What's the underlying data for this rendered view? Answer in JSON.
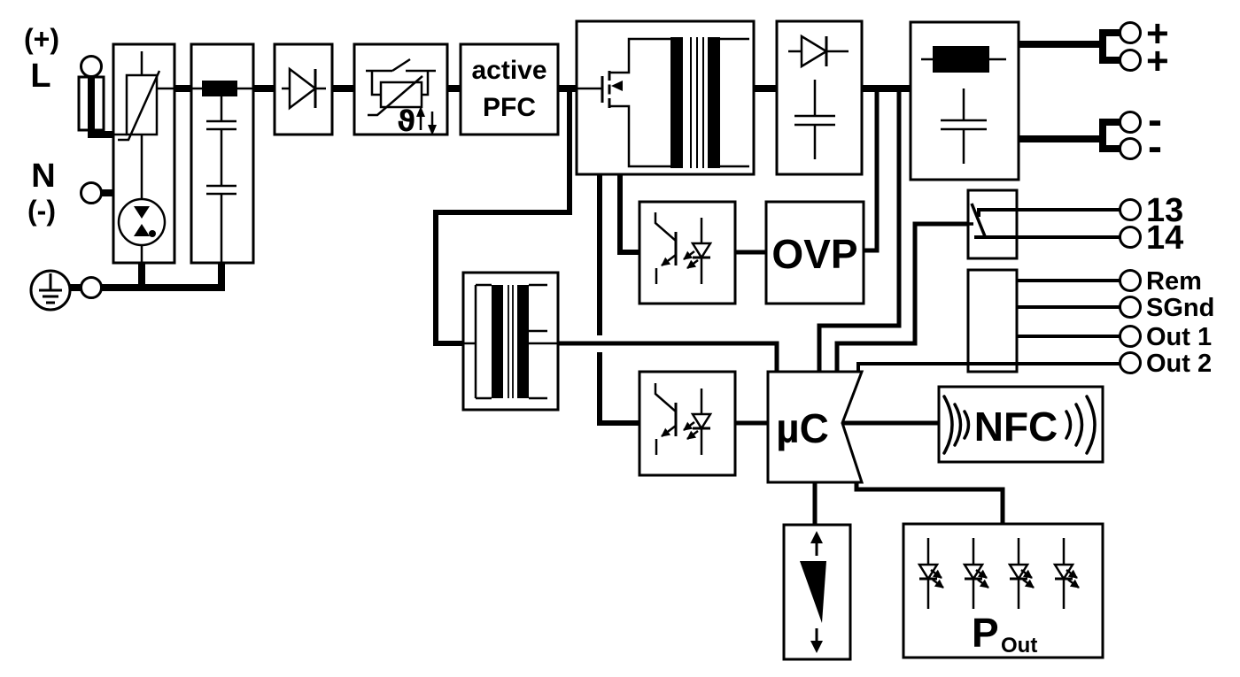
{
  "labels": {
    "input": {
      "plus": "(+)",
      "line": "L",
      "neutral": "N",
      "minus": "(-)"
    },
    "blocks": {
      "pfc_line1": "active",
      "pfc_line2": "PFC",
      "thermistor": "ϑ",
      "ovp": "OVP",
      "mcu": "µC",
      "nfc": "NFC",
      "pout_main": "P",
      "pout_sub": "Out"
    },
    "output": {
      "plus_a": "+",
      "plus_b": "+",
      "minus_a": "-",
      "minus_b": "-"
    },
    "signals": {
      "relay_13": "13",
      "relay_14": "14",
      "remote": "Rem",
      "signal_ground": "SGnd",
      "out1": "Out 1",
      "out2": "Out 2"
    }
  },
  "colors": {
    "line": "#000000",
    "background": "#ffffff"
  }
}
